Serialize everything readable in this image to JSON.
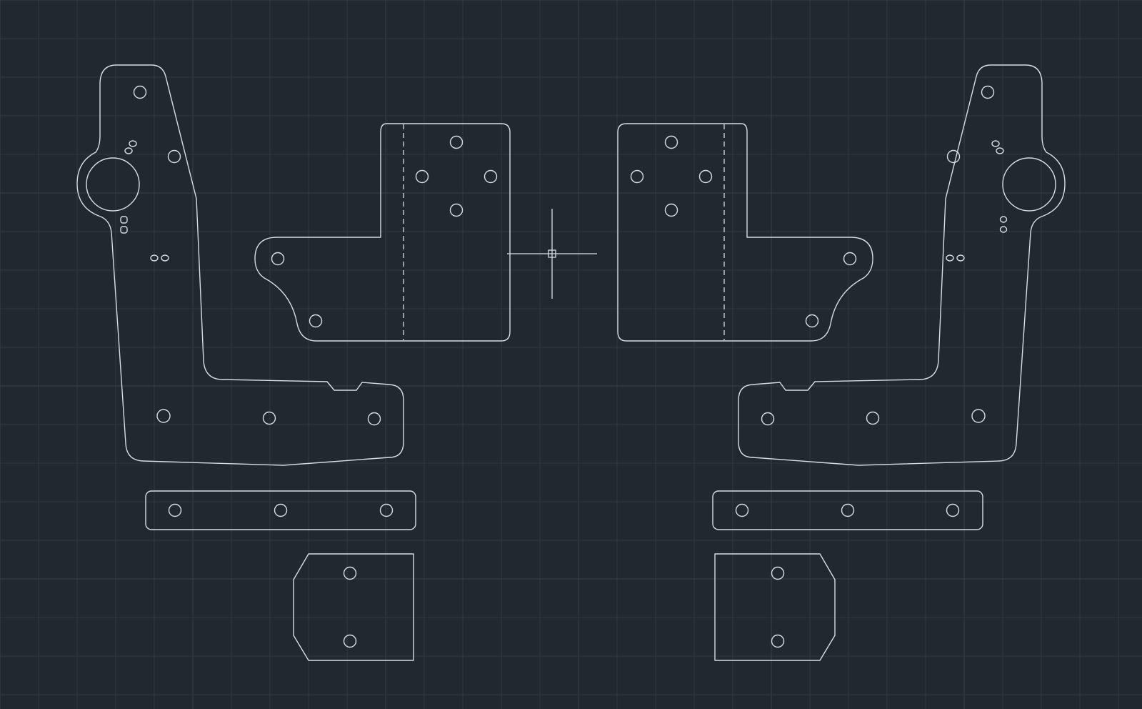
{
  "viewport": {
    "background_color": "#212830",
    "grid_color": "#2e3743",
    "grid_major_color": "#36404c",
    "line_color": "#d9dde2"
  },
  "drawing": {
    "parts": [
      {
        "id": "left-side-plate",
        "shape": "l-shaped-plate",
        "hole_count": 7
      },
      {
        "id": "left-bracket",
        "shape": "folded-bracket",
        "hole_count": 6,
        "fold_line": "dashed"
      },
      {
        "id": "right-bracket",
        "shape": "folded-bracket",
        "hole_count": 6,
        "fold_line": "dashed"
      },
      {
        "id": "right-side-plate",
        "shape": "l-shaped-plate",
        "hole_count": 7
      },
      {
        "id": "left-bar",
        "shape": "rounded-bar",
        "hole_count": 3
      },
      {
        "id": "right-bar",
        "shape": "rounded-bar",
        "hole_count": 3
      },
      {
        "id": "left-small-plate",
        "shape": "chamfered-plate",
        "hole_count": 2
      },
      {
        "id": "right-small-plate",
        "shape": "chamfered-plate",
        "hole_count": 2
      }
    ],
    "cursor": {
      "type": "crosshair-pickbox"
    }
  }
}
